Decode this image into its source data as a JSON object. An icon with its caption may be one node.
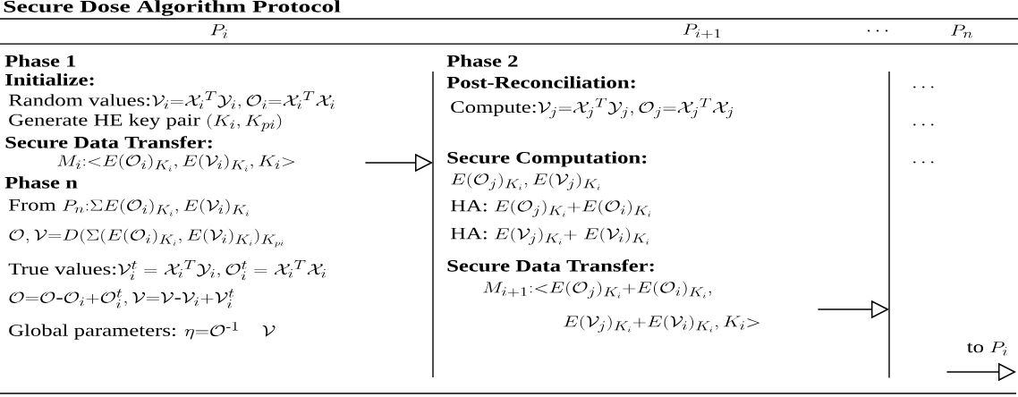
{
  "diagram": {
    "title": "Secure Dose Algorithm Protocol",
    "nodes": [
      {
        "text": [
          "Phase 1",
          "Initialize:",
          "\\text{Random values:}\\mathcal{V}_i{=}\\mathcal{X}_i{}^T\\mathcal{Y}_i,\\mathcal{O}_i{=}\\mathcal{X}_i{}^T\\mathcal{X}_i",
          "\\text{Generate HE key pair }(K_i, K_{pi})",
          "Secure Data Transfer:",
          "M_i{:}{<}E(\\mathcal{O}_i)_{K_i},E(\\mathcal{V}_i)_{K_i},K_i{>}",
          "Phase n",
          "\\text{From }P_n{:}\\Sigma E(\\mathcal{O}_i)_{K_i},E(\\mathcal{V}_i)_{K_i}",
          "\\mathcal{O},\\mathcal{V}{=}D(\\Sigma(E(\\mathcal{O}_i)_{K_i},E(\\mathcal{V}_i)_{K_i})_{K_{pi}}",
          "\\text{True values:}\\mathcal{V}_i^t=\\mathcal{X}_i{}^T\\mathcal{Y}_i,\\mathcal{O}_i^t=\\mathcal{X}_i{}^T\\mathcal{X}_i",
          "\\mathcal{O}{=}\\mathcal{O}\\text{-}\\mathcal{O}_i{+}\\mathcal{O}_i^t,\\mathcal{V}{=}\\mathcal{V}\\text{-}\\mathcal{V}_i{+}\\mathcal{V}_i^t",
          "\\text{Global parameters: }\\eta{=}\\mathcal{O}^{\\text{-}1}\\quad\\mathcal{V}"
        ]
      },
      {
        "text": [
          "Phase 2",
          "Post-Reconciliation:",
          "\\text{Compute:}\\mathcal{V}_j{=}\\mathcal{X}_j{}^T\\mathcal{Y}_j,\\mathcal{O}_j{=}\\mathcal{X}_j{}^T\\mathcal{X}_j",
          "Secure Computation:",
          "E(\\mathcal{O}_j)_{K_i},E(\\mathcal{V}_j)_{K_i}",
          "\\text{HA: }E(\\mathcal{O}_j)_{K_i}{+}E(\\mathcal{O}_i)_{K_i}",
          "\\text{HA: }E(\\mathcal{V}_j)_{K_i}{+}\\ E(\\mathcal{V}_i)_{K_i}",
          "Secure Data Transfer:",
          "M_{i+1}{:}{<}E(\\mathcal{O}_j)_{K_i}{+}E(\\mathcal{O}_i)_{K_i},",
          "E(\\mathcal{V}_j)_{K_i}{+}E(\\mathcal{V}_i)_{K_i},K_i{>}"
        ]
      },
      {
        "text": [
          "\\cdots",
          "\\cdots",
          "\\cdots"
        ]
      }
    ],
    "edges": [
      {
        "from": 0,
        "to": 1,
        "arrow": "to"
      },
      {
        "from": 1,
        "to": 2,
        "arrow": "to"
      },
      {
        "from": 2,
        "to": null,
        "arrow": "to",
        "label": "\\text{to }P_i"
      }
    ],
    "labels": [
      "P_i",
      "P_{i+1}",
      "\\cdots",
      "P_n"
    ]
  }
}
